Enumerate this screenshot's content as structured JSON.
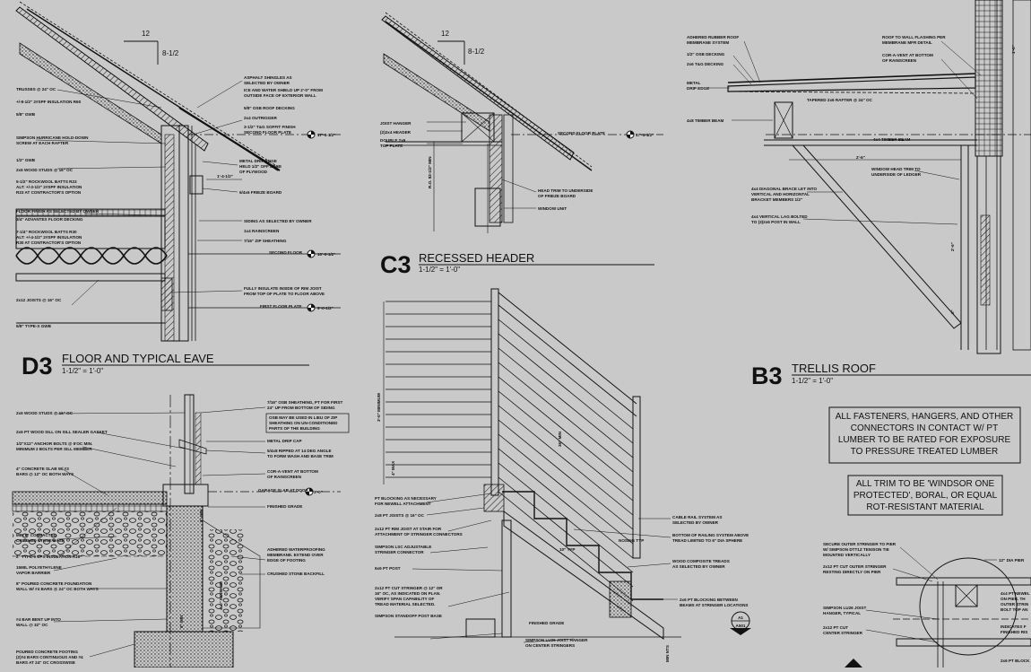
{
  "titles": {
    "d3": {
      "letter": "D3",
      "name": "FLOOR AND TYPICAL EAVE",
      "scale": "1-1/2\" = 1'-0\""
    },
    "c3": {
      "letter": "C3",
      "name": "RECESSED HEADER",
      "scale": "1-1/2\" = 1'-0\""
    },
    "b3": {
      "letter": "B3",
      "name": "TRELLIS ROOF",
      "scale": "1-1/2\" = 1'-0\""
    }
  },
  "pitch": {
    "rise": "8-1/2",
    "run": "12"
  },
  "eave_notes_left": [
    "TRUSSES @ 24\" OC",
    "+/-8-1/2\" 2#SPF INSULATION R60",
    "5/8\" GWB",
    "SIMPSON HURRICANE HOLD-DOWN",
    "SCREW AT EACH RAFTER",
    "1/2\" GWB",
    "2x6 WOOD STUDS @ 16\" OC",
    "5-1/2\" ROCKWOOL BATTS R23",
    "ALT: +/-3-1/2\" 2#SPF INSULATION",
    "R23 AT CONTRACTOR'S OPTION",
    "FLOOR FINISH AS SELECTED BY OWNER",
    "3/4\" ADVANTEX FLOOR DECKING",
    "7-1/4\" ROCKWOOL BATTS R30",
    "ALT: +/-4-1/2\" 2#SPF INSULATION",
    "R30 AT CONTRACTOR'S OPTION",
    "2x12 JOISTS @ 16\" OC",
    "5/8\" TYPE-X GWB"
  ],
  "eave_notes_right": [
    "ASPHALT SHINGLES AS",
    "SELECTED BY OWNER",
    "ICE AND WATER SHIELD UP 2'-0\" FROM",
    "OUTSIDE FACE OF EXTERIOR WALL",
    "5/8\" OSB ROOF DECKING",
    "2x4 OUTRIGGER",
    "3-1/2\" T&G SOFFIT FINISH",
    "SECOND FLOOR PLATE",
    "METAL DRIP EDGE",
    "HELD 1/2\" OFF EDGE",
    "OF PLYWOOD",
    "6/4x6 FRIEZE BOARD",
    "SIDING AS SELECTED BY OWNER",
    "1x4 RAINSCREEN",
    "7/16\" ZIP SHEATHING",
    "SECOND FLOOR",
    "FULLY INSULATE INSIDE OF RIM JOIST",
    "FROM TOP OF PLATE TO FLOOR ABOVE",
    "FIRST FLOOR PLATE"
  ],
  "elevations": {
    "eave_plate": "17'-1-1/2\"",
    "second_floor": "10'-0-1/2\"",
    "first_floor_plate": "9'-0-1/2\"",
    "c3_plate": "17'-1-1/2\"",
    "garage_slab": "3'-0\""
  },
  "eave_dim": "1'-4-1/2\"",
  "header_notes": [
    "JOIST HANGER",
    "(2)2x4 HEADER",
    "DOUBLE 2x6",
    "TOP PLATE",
    "SECOND FLOOR PLATE",
    "HEAD TRIM TO UNDERSIDE",
    "OF FRIEZE BOARD",
    "WINDOW UNIT"
  ],
  "header_dim": "R.O. 82-1/2\" MIN",
  "trellis_notes": [
    "ADHERED RUBBER ROOF",
    "MEMBRANE SYSTEM",
    "1/2\" OSB DECKING",
    "2x6 T&G DECKING",
    "METAL",
    "DRIP EDGE",
    "ROOF TO WALL FLASHING PER",
    "MEMBRANE MFR DETAIL",
    "COR-A-VENT AT BOTTOM",
    "OF RAINSCREEN",
    "TAPERED 2x6 RAFTER @ 24\" OC",
    "4x8 TIMBER BEAM",
    "4x4 TIMBER BEAM",
    "WINDOW HEAD TRIM TO",
    "UNDERSIDE OF LEDGER",
    "4x4 DIAGONAL BRACE LET INTO",
    "VERTICAL AND HORIZONTAL",
    "BRACKET MEMBERS 1/2\"",
    "4x4 VERTICAL LAG BOLTED",
    "TO (3)2x6 POST IN WALL"
  ],
  "trellis_dims": [
    "2'-6\"",
    "2'-6\"",
    "1'-0\"",
    "6\""
  ],
  "foundation_notes_left": [
    "2x6 WOOD STUDS @ 16\" OC",
    "2x6 PT WOOD SILL ON SILL SEALER GASKET",
    "1/2\"X12\" ANCHOR BOLTS @ 6'OC MIN.",
    "MINIMUM 2 BOLTS PER SILL MEMBER",
    "4\" CONCRETE SLAB W/ #3",
    "BARS @ 12\" OC BOTH WAYS",
    "MIN 6\" COMPACTED",
    "CRUSHED STONE BASE",
    "2\" TYPE-9 EPS INSULATION R10",
    "15MIL POLYETHYLENE",
    "VAPOR BARRIER",
    "8\" POURED CONCRETE FOUNDATION",
    "WALL W/ #4 BARS @ 24\" OC BOTH WAYS",
    "#4 BAR BENT UP INTO",
    "WALL @ 32\" OC",
    "POURED CONCRETE FOOTING",
    "(2)#4 BARS CONTINUOUS AND #4",
    "BARS AT 24\" OC CROSSWISE"
  ],
  "foundation_notes_right": [
    "7/16\" OSB SHEATHING, PT FOR FIRST",
    "24\" UP FROM BOTTOM OF SIDING",
    "OSB MAY BE USED IN LIEU OF ZIP",
    "SHEATHING ON UN-CONDITIONED",
    "PARTS OF THE BUILDING",
    "METAL DRIP CAP",
    "5/4x8 RIPPED AT 14 DEG ANGLE",
    "TO FORM WASH AND BASE TRIM",
    "COR-A-VENT AT BOTTOM",
    "OF RAINSCREEN",
    "GARAGE SLAB AT DOOR",
    "FINISHED GRADE",
    "ADHERED WATERPROOFING",
    "MEMBRANE. EXTEND OVER",
    "EDGE OF FOOTING",
    "CRUSHED STONE BACKFILL"
  ],
  "foundation_dims": [
    "8\" MIN",
    "4'-0\" MINIMUM",
    "8\" MIN"
  ],
  "stair_notes_left": [
    "PT BLOCKING AS NECESSARY",
    "FOR NEWELL ATTACHMENT",
    "2x8 PT JOISTS @ 16\" OC",
    "2x12 PT RIM JOIST AT STAIR FOR",
    "ATTACHMENT OF STRINGER CONNECTORS",
    "SIMPSON LSC ADJUSTABLE",
    "STRINGER CONNECTOR",
    "6x6 PT POST",
    "2x12 PT CUT STRINGER @ 12\" OR",
    "16\" OC, AS INDICATED ON PLAN.",
    "VERIFY SPAN CAPABILITY OF",
    "TREAD MATERIAL SELECTED.",
    "SIMPSON STANDOFF POST BASE"
  ],
  "stair_notes_right": [
    "CABLE RAIL SYSTEM AS",
    "SELECTED BY OWNER",
    "BOTTOM OF RAILING SYSTEM ABOVE",
    "TREAD LIMITED TO 6\" DIA SPHERE",
    "WOOD COMPOSITE TREADS",
    "AS SELECTED BY OWNER",
    "2x6 PT BLOCKING BETWEEN",
    "BEAMS AT STRINGER LOCATIONS",
    "FINISHED GRADE",
    "SIMPSON LU26 JOIST HANGER",
    "ON CENTER STRINGERS"
  ],
  "stair_dims": [
    "3'-0\" MINIMUM",
    "4\" MAX",
    "36\" MIN",
    "10\" TYP",
    "NOSING TYP",
    "MIN NTS"
  ],
  "section_marker": {
    "top": "A1",
    "bottom": "A501"
  },
  "general_notes": {
    "fasteners": [
      "ALL FASTENERS, HANGERS, AND OTHER",
      "CONNECTORS IN CONTACT W/ PT",
      "LUMBER TO BE RATED FOR EXPOSURE",
      "TO PRESSURE TREATED LUMBER"
    ],
    "trim": [
      "ALL TRIM TO BE 'WINDSOR ONE",
      "PROTECTED', BORAL, OR EQUAL",
      "ROT-RESISTANT MATERIAL"
    ]
  },
  "pier_notes": [
    "SECURE OUTER STRINGER TO PIER",
    "W/ SIMPSON DTT1Z TENSION TIE",
    "MOUNTED VERTICALLY",
    "2x12 PT CUT OUTER STRINGER",
    "RESTING DIRECTLY ON PIER",
    "12\" DIA PIER",
    "SIMPSON LU26 JOIST",
    "HANGER, TYPICAL",
    "2x12 PT CUT",
    "CENTER STRINGER",
    "4x4 PT NEWEL",
    "ON PIER. TH",
    "OUTER STRIN",
    "BOLT TOP AN",
    "INDICATES F",
    "FINISHED RIS",
    "2x6 PT BLOCK"
  ]
}
